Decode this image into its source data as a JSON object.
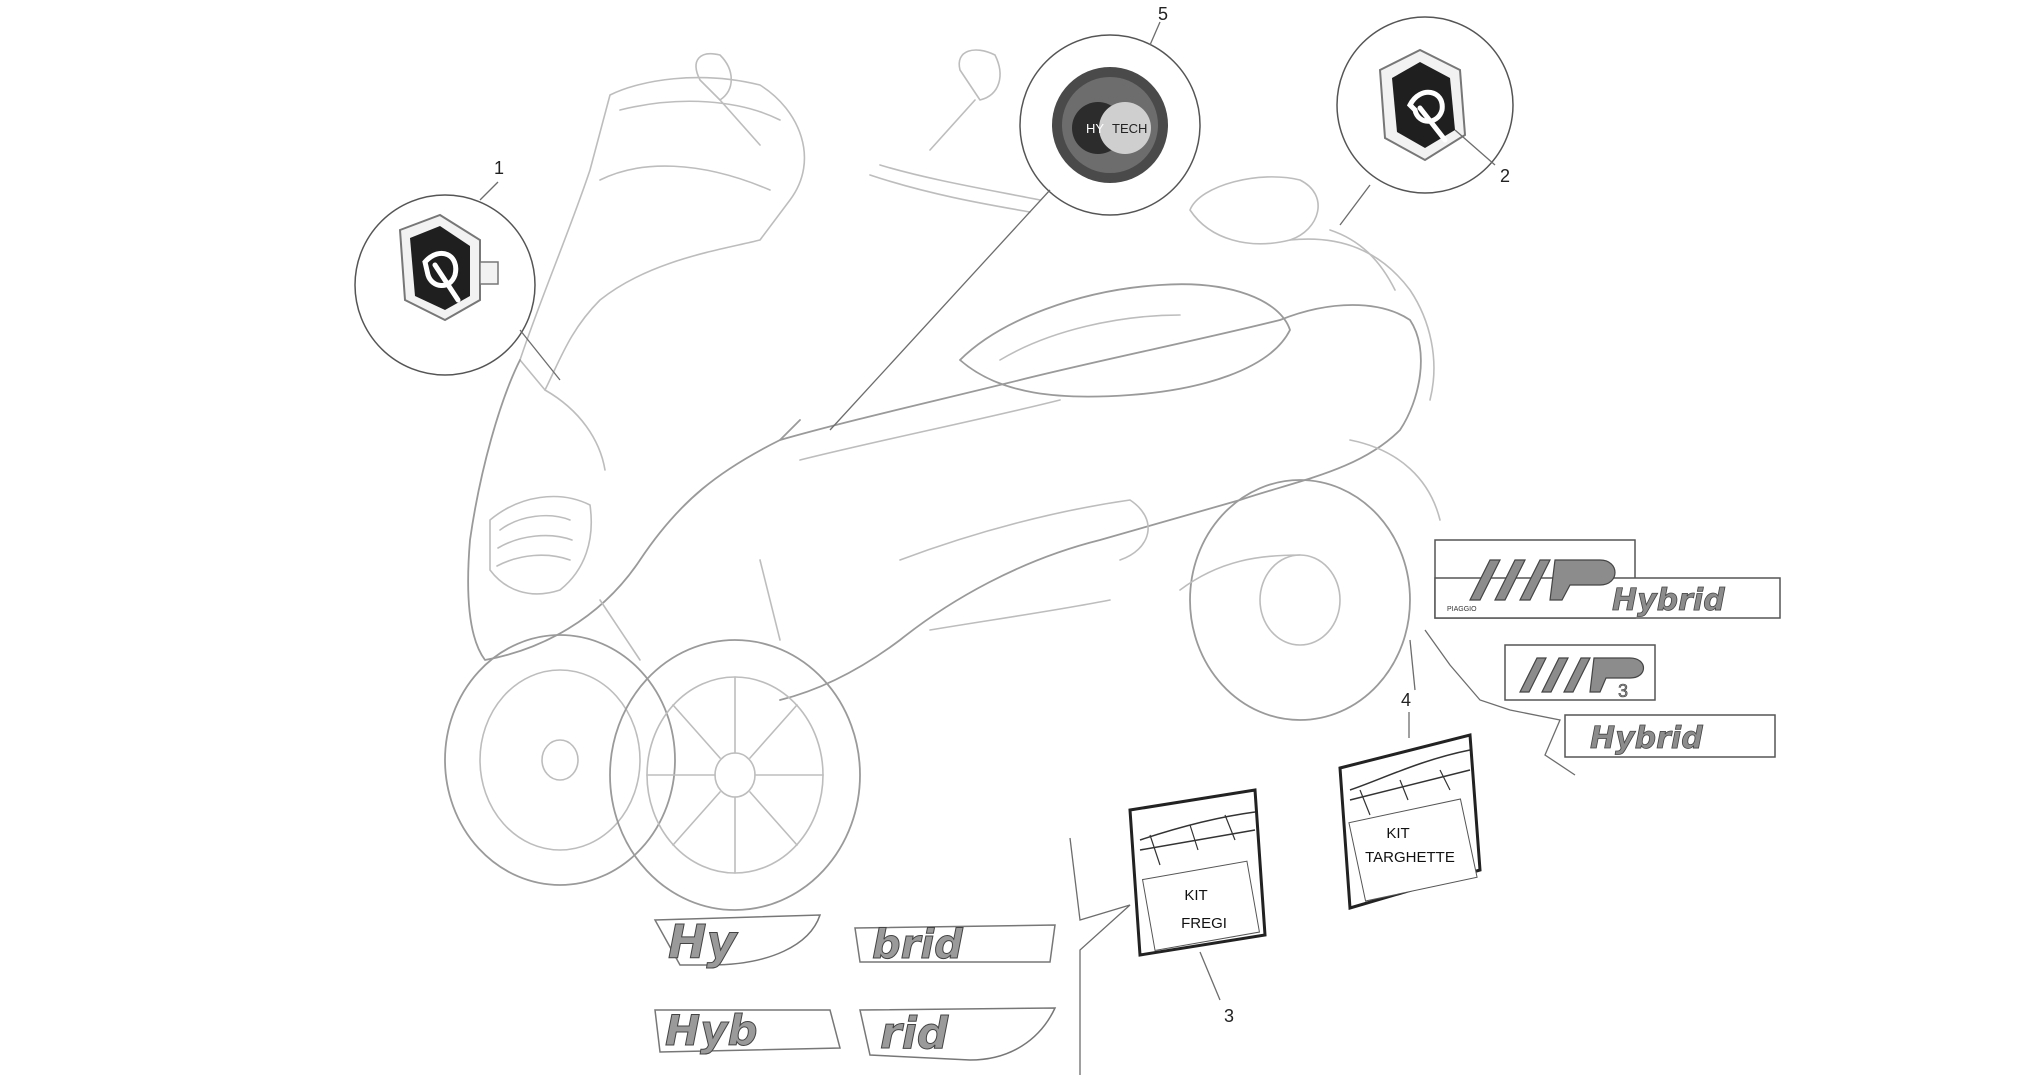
{
  "callouts": {
    "c1": "1",
    "c2": "2",
    "c3": "3",
    "c4": "4",
    "c5": "5"
  },
  "badges": {
    "hytech_left": "HY",
    "hytech_right": "TECH"
  },
  "decals": {
    "mp3_hybrid_script": "Hybrid",
    "mp3_small_brand": "PIAGGIO",
    "hybrid_small": "Hybrid",
    "hy_part_top": "Hy",
    "brid_part_top": "brid",
    "hyb_part_bottom": "Hyb",
    "rid_part_bottom": "rid"
  },
  "kits": {
    "fregi_line1": "KIT",
    "fregi_line2": "FREGI",
    "targhette_line1": "KIT",
    "targhette_line2": "TARGHETTE"
  },
  "colors": {
    "line_art": "#bdbdbd",
    "leader": "#6d6d6d",
    "decal_fill": "#8c8c8c",
    "badge_dark": "#3a3a3a"
  }
}
